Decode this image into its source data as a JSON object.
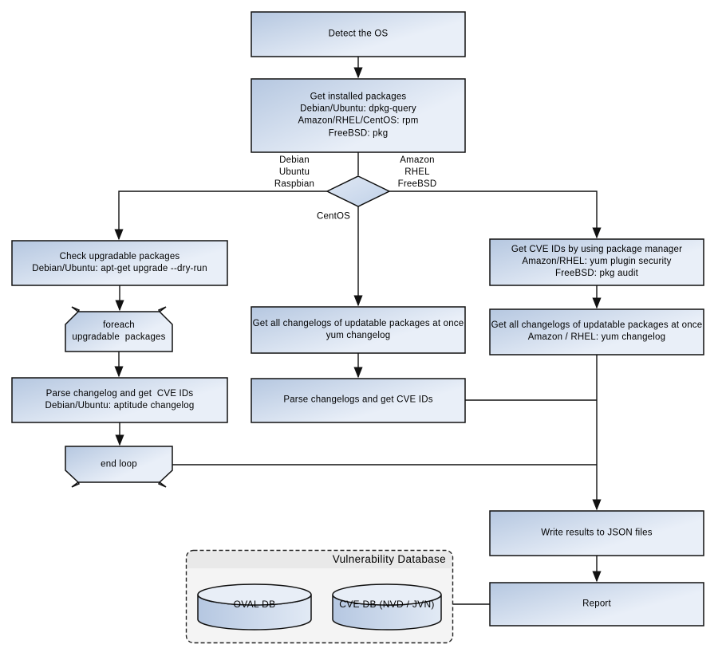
{
  "diagram": {
    "nodes": {
      "detect_os": "Detect the OS",
      "get_installed": "Get installed packages\nDebian/Ubuntu: dpkg-query\nAmazon/RHEL/CentOS: rpm\nFreeBSD: pkg",
      "check_upgradable": "Check upgradable packages\nDebian/Ubuntu: apt-get upgrade --dry-run",
      "foreach_loop": "foreach\nupgradable  packages",
      "parse_changelog_debian": "Parse changelog and get  CVE IDs\nDebian/Ubuntu: aptitude changelog",
      "end_loop": "end loop",
      "get_changelogs_centos": "Get all changelogs of updatable packages at once\nyum changelog",
      "parse_changelogs_centos": "Parse changelogs and get CVE IDs",
      "get_cve_ids_pkg_manager": "Get CVE IDs by using package manager\nAmazon/RHEL: yum plugin security\nFreeBSD: pkg audit",
      "get_changelogs_amazon": "Get all changelogs of updatable packages at once\nAmazon / RHEL: yum changelog",
      "write_results": "Write results to JSON files",
      "report": "Report"
    },
    "branch_labels": {
      "left": "Debian\nUbuntu\nRaspbian",
      "right": "Amazon\nRHEL\nFreeBSD",
      "bottom": "CentOS"
    },
    "database": {
      "title": "Vulnerability Database",
      "oval_db": "OVAL DB",
      "cve_db": "CVE DB (NVD / JVN)"
    },
    "colors": {
      "node_fill_dark": "#b5c7e0",
      "node_fill_light": "#e9eff8",
      "diamond_fill_light": "#e0e8f4",
      "diamond_fill_dark": "#c0d1e8",
      "cylinder_top_fill": "#e8eef7",
      "node_border": "#111111",
      "connector": "#111111",
      "container_fill": "#f4f4f4",
      "container_header_fill": "#e9e9e9",
      "canvas_bg": "#ffffff"
    }
  }
}
